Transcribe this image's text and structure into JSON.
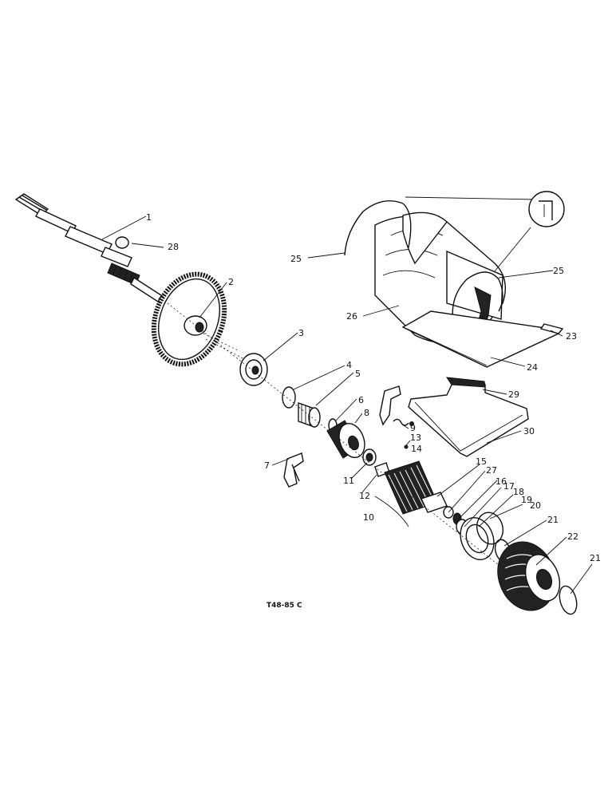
{
  "figure_ref": "T48-85 C",
  "callouts": [
    "1",
    "2",
    "3",
    "4",
    "5",
    "6",
    "7",
    "8",
    "9",
    "10",
    "11",
    "12",
    "13",
    "14",
    "15",
    "16",
    "17",
    "18",
    "19",
    "20",
    "21",
    "21",
    "22",
    "23",
    "24",
    "25",
    "25",
    "26",
    "27",
    "28",
    "29",
    "30"
  ]
}
